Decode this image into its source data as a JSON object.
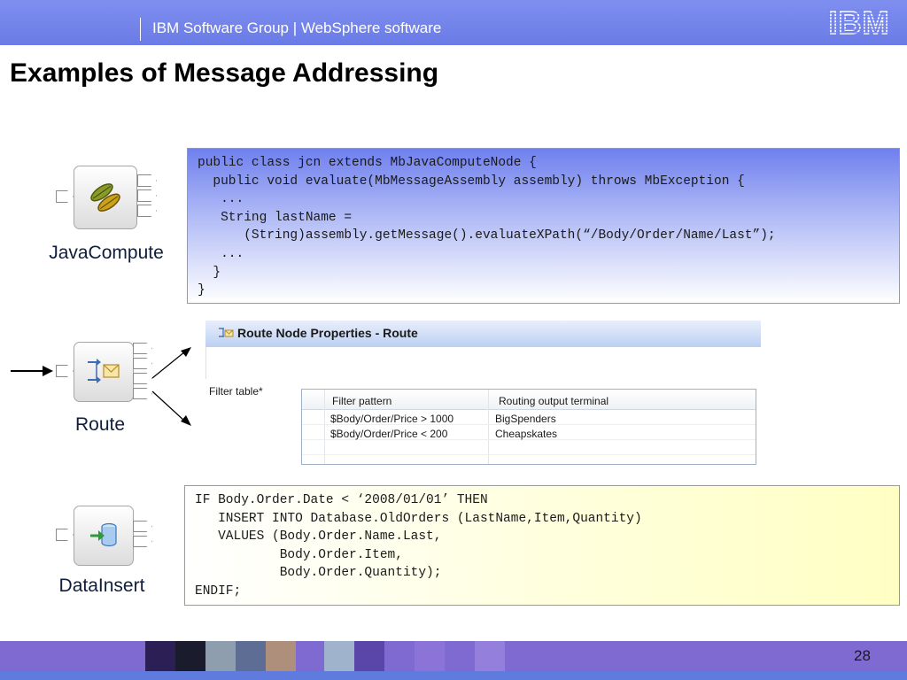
{
  "header": {
    "text": "IBM Software Group | WebSphere software",
    "logo": "IBM"
  },
  "title": "Examples of Message Addressing",
  "nodes": {
    "java_compute": {
      "label": "JavaCompute",
      "icon": "java-beans-icon"
    },
    "route": {
      "label": "Route",
      "icon": "route-envelope-icon"
    },
    "data_insert": {
      "label": "DataInsert",
      "icon": "database-insert-icon"
    }
  },
  "java_code": "public class jcn extends MbJavaComputeNode {\n  public void evaluate(MbMessageAssembly assembly) throws MbException {\n   ...\n   String lastName =\n      (String)assembly.getMessage().evaluateXPath(“/Body/Order/Name/Last”);\n   ...\n  }\n}",
  "route_properties": {
    "title": "Route Node Properties - Route",
    "filter_label": "Filter table*",
    "columns": [
      "Filter pattern",
      "Routing output terminal"
    ],
    "rows": [
      [
        "$Body/Order/Price > 1000",
        "BigSpenders"
      ],
      [
        "$Body/Order/Price < 200",
        "Cheapskates"
      ]
    ]
  },
  "esql_code": "IF Body.Order.Date < ‘2008/01/01’ THEN\n   INSERT INTO Database.OldOrders (LastName,Item,Quantity)\n   VALUES (Body.Order.Name.Last,\n           Body.Order.Item,\n           Body.Order.Quantity);\nENDIF;",
  "footer": {
    "page_number": "28"
  },
  "colors": {
    "header_blue": "#7384ec",
    "footer_purple": "#7e6ad0",
    "java_gradient_top": "#6f80ee",
    "esql_gradient_end": "#ffffc4"
  }
}
